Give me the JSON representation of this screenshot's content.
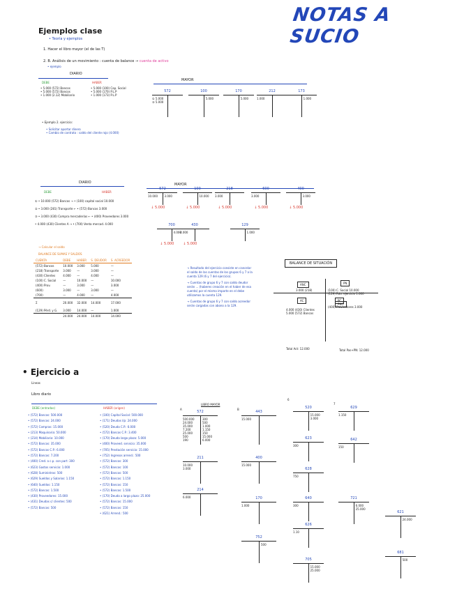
{
  "header": {
    "title": "NOTAS A SUCIO"
  },
  "section1": {
    "heading": "Ejemplos clase",
    "sub": "• Teoría y ejemplos",
    "note1": "1. Hacer el libro mayor (el de las T)",
    "note2_prefix": "2. B. Análisis de un movimiento : cuenta de balance →",
    "note2_pink": "cuenta de activo",
    "note2_sub": "• ejemplo",
    "diario_label": "DIARIO",
    "mayor_label": "MAYOR",
    "debe_label": "DEBE",
    "haber_label": "HABER",
    "debe_lines": [
      "• 5.000 (572) Bancos",
      "• 5.000 (572) Bancos",
      "• 1.000 (2.12) Mobiliario"
    ],
    "haber_lines": [
      "• 5.000 (100) Cap. Social",
      "• 5.000 (170) P.L.P",
      "• 1.000 (173) P.L.P"
    ],
    "taccounts": [
      {
        "name": "572",
        "left": [
          "① 5.000",
          "② 5.000"
        ],
        "right": [
          ""
        ]
      },
      {
        "name": "100",
        "left": [
          ""
        ],
        "right": [
          "5.000"
        ]
      },
      {
        "name": "170",
        "left": [
          ""
        ],
        "right": [
          "5.000"
        ]
      },
      {
        "name": "212",
        "left": [
          "1.000"
        ],
        "right": [
          ""
        ]
      },
      {
        "name": "173",
        "left": [
          ""
        ],
        "right": [
          "1.000"
        ]
      }
    ],
    "exercise_label": "• Ejemplo 2. ejercicio:",
    "exercise_lines": [
      "• Solicitar aportar dinero",
      "• Cambio de contrato : saldo del cliente rojo (4.000)"
    ]
  },
  "section2": {
    "diario_label": "DIARIO",
    "mayor_label": "MAYOR",
    "debe_label": "DEBE",
    "haber_label": "HABER",
    "entries": [
      "① • 10.000 (572) Bancos →  • (100) capital social 10.000",
      "② • 3.000 (281) Transporte ←  • (572) Bancos 3.000",
      "③ • 3.000 (430) Compra mercaderías ←  • (400) Proveedores 3.000",
      "• 4.000 (430) Clientes A → • (700) Venta mercad. 4.000"
    ],
    "mayor_row1": [
      {
        "name": "572",
        "left": [
          "10.000"
        ],
        "right": [
          "3.000"
        ],
        "result": "5.000"
      },
      {
        "name": "100",
        "left": [
          ""
        ],
        "right": [
          "10.000"
        ],
        "result": "5.000"
      },
      {
        "name": "218",
        "left": [
          "3.000"
        ],
        "right": [
          ""
        ],
        "result": "5.000"
      },
      {
        "name": "600",
        "left": [
          "3.000"
        ],
        "right": [
          ""
        ],
        "result": "5.000"
      },
      {
        "name": "400",
        "left": [
          ""
        ],
        "right": [
          "3.000"
        ],
        "result": "5.000"
      }
    ],
    "mayor_row2": [
      {
        "name": "700",
        "left": [
          ""
        ],
        "right": [
          "4.000"
        ],
        "result": "5.000"
      },
      {
        "name": "430",
        "left": [
          "4.000"
        ],
        "right": [
          ""
        ],
        "result": "5.000"
      },
      {
        "name": "129",
        "left": [
          ""
        ],
        "right": [
          "1.000"
        ],
        "result": ""
      }
    ],
    "calc_label": "→ Calcular el saldo",
    "balance_title": "BALANCE DE SUMAS Y SALDOS",
    "balance_headers": [
      "CUENTA",
      "DEBE",
      "HABER",
      "S. DEUDOR",
      "S. ACREEDOR"
    ],
    "balance_rows": [
      [
        "(572) Bancos",
        "10.000",
        "3.000",
        "5.000",
        "—"
      ],
      [
        "(218) Transporte",
        "3.000",
        "—",
        "3.000",
        "—"
      ],
      [
        "(430) Clientes",
        "4.000",
        "—",
        "4.000",
        "—"
      ],
      [
        "(100) C. Social",
        "—",
        "10.000",
        "—",
        "10.000"
      ],
      [
        "(400) Prov.",
        "—",
        "3.000",
        "—",
        "3.000"
      ],
      [
        "(600)",
        "3.000",
        "—",
        "3.000",
        "—"
      ],
      [
        "(700)",
        "—",
        "4.000",
        "—",
        "4.000"
      ]
    ],
    "balance_total": [
      "Σ",
      "20.000",
      "32.000",
      "14.000",
      "17.000"
    ],
    "balance_extra": [
      "(129) Pérd. y G.",
      "3.000",
      "14.000",
      "—",
      "1.000"
    ],
    "balance_final": [
      "",
      "24.000",
      "24.000",
      "14.000",
      "14.000"
    ],
    "notes": [
      "→ Resultado del ejercicio consiste en cancelar el saldo de las cuentas de los grupos 6 y 7 a la cuenta 129 (6 y 7 del ejercicio).",
      "→ Cuentas de grupo 6 y 7 con saldo deudor serán ... (haberes creación en el haber de esa cuenta) por el mismo importe en el debe utilizamos la cuenta 129.",
      "→ Cuentas de grupo 6 y 7 con saldo acreedor serán cargadas con abono a la 129."
    ],
    "situation_title": "BALANCE DE SITUACIÓN",
    "situation": {
      "anc": "ANC",
      "pn": "PN",
      "ac": "AC",
      "pc": "PC",
      "anc_lines": [
        "3.000 (218)"
      ],
      "pn_lines": [
        "(100) C. Social 10.000",
        "(129) Rdo. ejercicio 1.000"
      ],
      "ac_lines": [
        "4.000 (430) Clientes",
        "5.000 (572) Bancos"
      ],
      "pc_lines": [
        "(400) Proveedores 3.000"
      ],
      "pn_box": "PNO",
      "total_a": "Total Act: 12.000",
      "total_p": "Total Pas+PN: 12.000"
    }
  },
  "section3": {
    "heading": "• Ejercicio a",
    "sub1": "Lineas",
    "sub2": "Libro diario",
    "debe_label": "DEBE (entradas)",
    "haber_label": "HABER (origen)",
    "mayor_label": "LIBRO MAYOR",
    "debe_lines": [
      "• (572) Bancos: 500.000",
      "• (572) Bancos: 24.000",
      "• (572) Compras: 15.000",
      "• (213) Maquinaria: 50.000",
      "• (214) Mobiliario: 10.000",
      "• (572) Bancos: 35.000",
      "• (572) Bancos C.P.: 6.000",
      "• (572) Bancos: 7.200",
      "• (400) Cred. a c.p. con part: 300",
      "• (623) Gastos servicio: 1.000",
      "• (628) Suministros: 500",
      "• (629) Sueldos y Salarios: 1.150",
      "• (640) Sueldos: 1.150",
      "• (572) Bancos: 1.500",
      "• (430) Proveedores: 15.000",
      "• (431) Deudas c/ clientes: 500",
      "• (572) Bancos: 500"
    ],
    "haber_lines": [
      "• (100) Capital Social: 500.000",
      "• (171) Deudas l/p: 24.000",
      "• (520) Deuda C.P.: 6.000",
      "• (572) Bancos C.P.: 3.400",
      "• (170) Deuda largo plazo: 5.000",
      "• (400) Proveed. servicio: 35.000",
      "• (705) Prestación servicio: 15.000",
      "• (752) Ingresos arrend.: 500",
      "• (572) Bancos: 300",
      "• (572) Bancos: 100",
      "• (572) Bancos: 500",
      "• (572) Bancos: 1.150",
      "• (572) Bancos: 150",
      "• (572) Bancos: 1.500",
      "• (170) Deuda a largo plazo: 25.000",
      "• (572) Bancos: 15.000",
      "• (572) Bancos: 150",
      "• (621) Arrend.: 500"
    ],
    "groups": [
      "A",
      "B",
      "6",
      "7"
    ],
    "taccounts": [
      {
        "name": "572",
        "left": [
          "500.000",
          "24.000",
          "35.000",
          "7.200",
          "25.000",
          "500",
          "190"
        ],
        "right": [
          "300",
          "500",
          "1.000",
          "1.150",
          "150",
          "15.000",
          "6.000"
        ]
      },
      {
        "name": "211",
        "left": [
          "10.000",
          "3.000"
        ],
        "right": [
          ""
        ]
      },
      {
        "name": "214",
        "left": [
          "6.000"
        ],
        "right": [
          ""
        ]
      },
      {
        "name": "443",
        "left": [
          "15.000"
        ],
        "right": [
          ""
        ]
      },
      {
        "name": "400",
        "left": [
          "15.000"
        ],
        "right": [
          ""
        ]
      },
      {
        "name": "170",
        "left": [
          "1.000"
        ],
        "right": [
          ""
        ]
      },
      {
        "name": "520",
        "left": [
          ""
        ],
        "right": [
          "15.000",
          "3.000"
        ]
      },
      {
        "name": "623",
        "left": [
          "300"
        ],
        "right": [
          ""
        ]
      },
      {
        "name": "628",
        "left": [
          "750"
        ],
        "right": [
          ""
        ]
      },
      {
        "name": "640",
        "left": [
          "300"
        ],
        "right": [
          ""
        ]
      },
      {
        "name": "629",
        "left": [
          "1.150"
        ],
        "right": [
          ""
        ]
      },
      {
        "name": "642",
        "left": [
          "150"
        ],
        "right": [
          ""
        ]
      },
      {
        "name": "626",
        "left": [
          "1.10"
        ],
        "right": [
          ""
        ]
      },
      {
        "name": "705",
        "left": [
          ""
        ],
        "right": [
          "15.000",
          "25.000"
        ]
      },
      {
        "name": "752",
        "left": [
          ""
        ],
        "right": [
          "500"
        ]
      },
      {
        "name": "721",
        "left": [
          ""
        ],
        "right": [
          "6.000",
          "25.000"
        ]
      },
      {
        "name": "621",
        "left": [
          ""
        ],
        "right": [
          "24.000"
        ]
      },
      {
        "name": "681",
        "left": [
          ""
        ],
        "right": [
          "500"
        ]
      }
    ]
  }
}
